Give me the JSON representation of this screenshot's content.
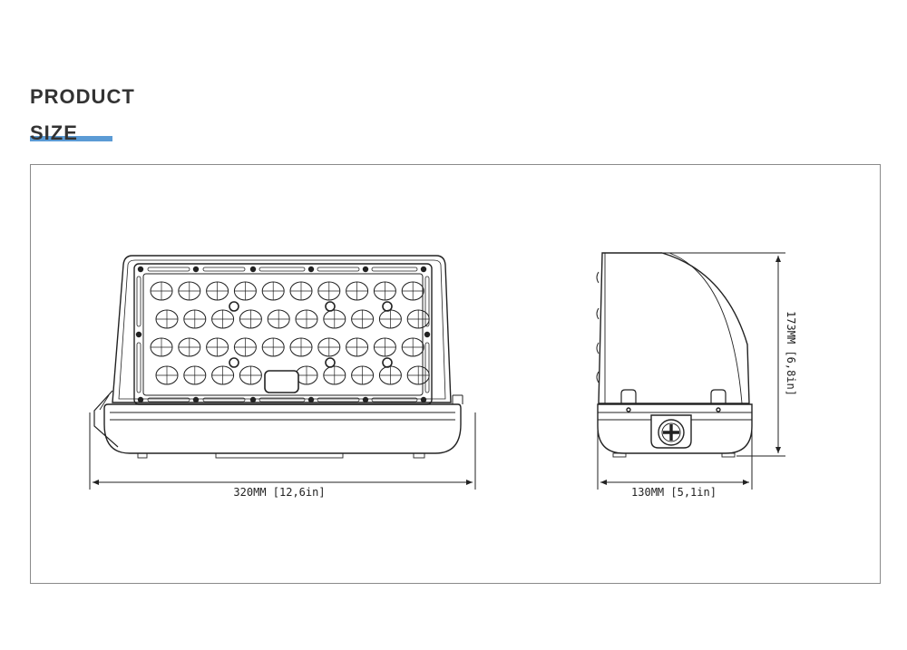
{
  "heading": {
    "line1": "PRODUCT",
    "line2": "SIZE",
    "accent_color": "#5b9bd5"
  },
  "diagram": {
    "front_view": {
      "width_dimension": "320MM [12,6in]",
      "led_rows": 4,
      "led_cols": 10
    },
    "side_view": {
      "depth_dimension": "130MM [5,1in]",
      "height_dimension": "173MM [6,8in]"
    }
  }
}
